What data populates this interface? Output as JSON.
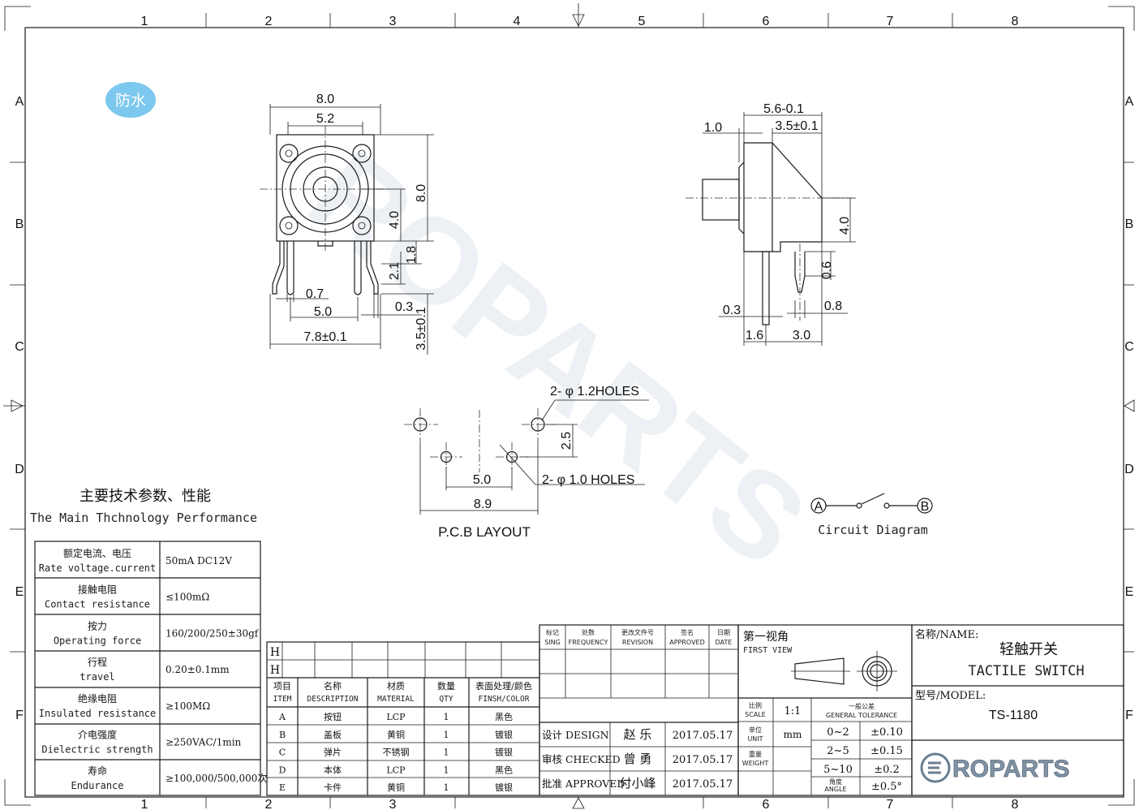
{
  "frame": {
    "col_labels": [
      "1",
      "2",
      "3",
      "4",
      "5",
      "6",
      "7",
      "8"
    ],
    "row_labels": [
      "A",
      "B",
      "C",
      "D",
      "E",
      "F"
    ]
  },
  "badge": {
    "text": "防水",
    "color": "#7cc8ee"
  },
  "watermark": {
    "text": "ROPARTS"
  },
  "front_view": {
    "dims": {
      "w80": "8.0",
      "w52": "5.2",
      "h80": "8.0",
      "h40": "4.0",
      "h18": "1.8",
      "h21": "2.1",
      "d07": "0.7",
      "d50": "5.0",
      "d03": "0.3",
      "d78": "7.8±0.1",
      "d35": "3.5±0.1"
    }
  },
  "side_view": {
    "dims": {
      "d56": "5.6-0.1",
      "d10": "1.0",
      "d35": "3.5±0.1",
      "d40": "4.0",
      "d06": "0.6",
      "d03": "0.3",
      "d08": "0.8",
      "d16": "1.6",
      "d30": "3.0"
    }
  },
  "pcb_layout": {
    "title": "P.C.B LAYOUT",
    "holes12": "2- φ 1.2HOLES",
    "holes10": "2- φ 1.0 HOLES",
    "d25": "2.5",
    "d50": "5.0",
    "d89": "8.9"
  },
  "circuit": {
    "a": "A",
    "b": "B",
    "title": "Circuit Diagram"
  },
  "spec": {
    "title_cn": "主要技术参数、性能",
    "title_en": "The Main Thchnology Performance",
    "rows": [
      {
        "cn": "额定电流、电压",
        "en": "Rate voltage.current",
        "value": "50mA DC12V"
      },
      {
        "cn": "接触电阻",
        "en": "Contact resistance",
        "value": "≤100mΩ"
      },
      {
        "cn": "按力",
        "en": "Operating force",
        "value": "160/200/250±30gf"
      },
      {
        "cn": "行程",
        "en": "travel",
        "value": "0.20±0.1mm"
      },
      {
        "cn": "绝缘电阻",
        "en": "Insulated resistance",
        "value": "≥100MΩ"
      },
      {
        "cn": "介电强度",
        "en": "Dielectric strength",
        "value": "≥250VAC/1min"
      },
      {
        "cn": "寿命",
        "en": "Endurance",
        "value": "≥100,000/500,000次"
      }
    ]
  },
  "bom": {
    "h_marks": [
      "H",
      "H"
    ],
    "headers": [
      {
        "cn": "项目",
        "en": "ITEM"
      },
      {
        "cn": "名称",
        "en": "DESCRIPTION"
      },
      {
        "cn": "材质",
        "en": "MATERIAL"
      },
      {
        "cn": "数量",
        "en": "QTY"
      },
      {
        "cn": "表面处理/颜色",
        "en": "FINSH/COLOR"
      }
    ],
    "rows": [
      [
        "A",
        "按钮",
        "LCP",
        "1",
        "黑色"
      ],
      [
        "B",
        "盖板",
        "黄铜",
        "1",
        "镀银"
      ],
      [
        "C",
        "弹片",
        "不锈钢",
        "1",
        "镀银"
      ],
      [
        "D",
        "本体",
        "LCP",
        "1",
        "黑色"
      ],
      [
        "E",
        "卡件",
        "黄铜",
        "1",
        "镀银"
      ]
    ]
  },
  "revision": {
    "headers": [
      {
        "cn": "标记",
        "en": "SING"
      },
      {
        "cn": "处数",
        "en": "FREQUENCY"
      },
      {
        "cn": "更改文件号",
        "en": "REVISION"
      },
      {
        "cn": "签名",
        "en": "APPROVED"
      },
      {
        "cn": "日期",
        "en": "DATE"
      }
    ],
    "sign": [
      {
        "role": "设计 DESIGN",
        "name": "赵 乐",
        "date": "2017.05.17"
      },
      {
        "role": "审核 CHECKED",
        "name": "曾 勇",
        "date": "2017.05.17"
      },
      {
        "role": "批准 APPROVED",
        "name": "付小峰",
        "date": "2017.05.17"
      }
    ]
  },
  "projection": {
    "cn": "第一视角",
    "en": "FIRST VIEW"
  },
  "scale": {
    "cn": "比例",
    "en": "SCALE",
    "value": "1:1"
  },
  "unit": {
    "cn": "单位",
    "en": "UNIT",
    "value": "mm"
  },
  "weight": {
    "cn": "重量",
    "en": "WEIGHT"
  },
  "tolerance": {
    "cn": "一般公差",
    "en": "GENERAL TOLERANCE",
    "rows": [
      {
        "range": "0~2",
        "tol": "±0.10"
      },
      {
        "range": "2~5",
        "tol": "±0.15"
      },
      {
        "range": "5~10",
        "tol": "±0.2"
      }
    ],
    "angle_cn": "角度",
    "angle_en": "ANGLE",
    "angle_tol": "±0.5°"
  },
  "title_block": {
    "name_label": "名称/NAME:",
    "name_cn": "轻触开关",
    "name_en": "TACTILE SWITCH",
    "model_label": "型号/MODEL:",
    "model": "TS-1180",
    "logo": "ROPARTS"
  }
}
